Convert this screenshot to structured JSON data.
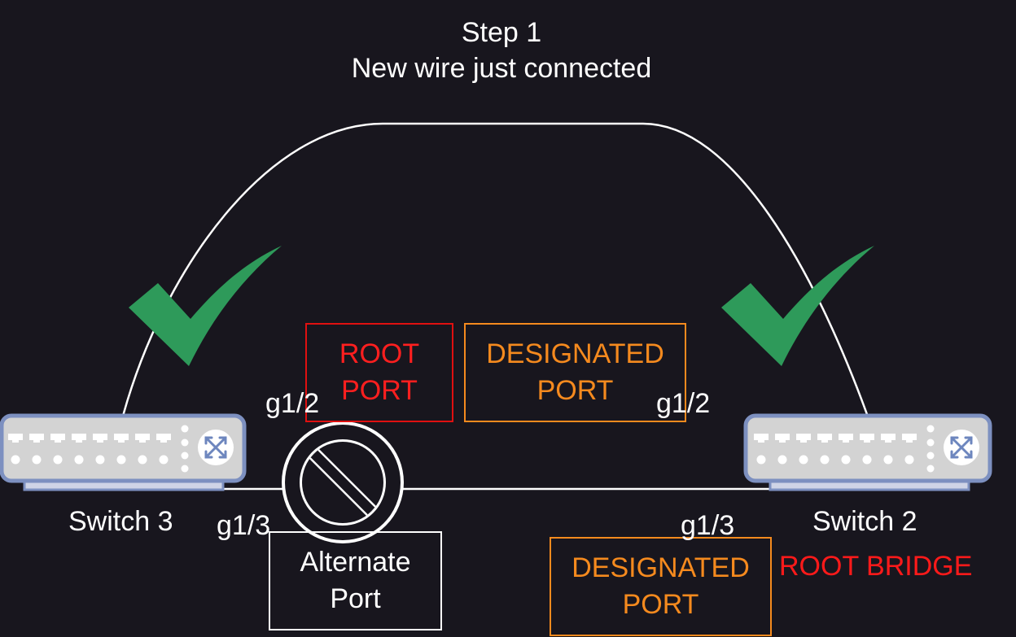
{
  "title": {
    "line1": "Step 1",
    "line2": "New wire just connected"
  },
  "switches": {
    "left": {
      "name": "Switch 3",
      "icon": "switch-icon",
      "status_icon": "green-checkmark-icon"
    },
    "right": {
      "name": "Switch 2",
      "role": "ROOT BRIDGE",
      "icon": "switch-icon",
      "status_icon": "green-checkmark-icon"
    }
  },
  "ports": {
    "left_top": "g1/2",
    "left_bottom": "g1/3",
    "right_top": "g1/2",
    "right_bottom": "g1/3"
  },
  "roles": {
    "root_port": {
      "line1": "ROOT",
      "line2": "PORT"
    },
    "designated_top": {
      "line1": "DESIGNATED",
      "line2": "PORT"
    },
    "designated_bottom": {
      "line1": "DESIGNATED",
      "line2": "PORT"
    },
    "alternate": {
      "line1": "Alternate",
      "line2": "Port"
    }
  },
  "blocked_icon": "blocked-port-icon",
  "colors": {
    "background": "#18161e",
    "wire": "#ffffff",
    "root_port": "#e01010",
    "designated": "#f58a1e",
    "check": "#2e9a5a",
    "switch_body": "#d0d0d0",
    "switch_frame": "#7d90c0"
  }
}
